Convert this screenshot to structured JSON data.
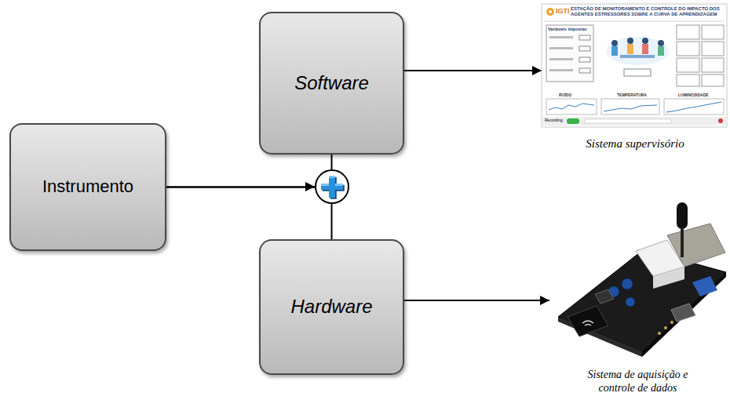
{
  "diagram": {
    "nodes": [
      {
        "text": [
          "Instrumento"
        ]
      },
      {
        "text": [
          "Software"
        ]
      },
      {
        "text": [
          "Hardware"
        ]
      },
      {
        "text": [
          "Sistema supervisório"
        ]
      },
      {
        "text": [
          "Sistema de aquisição e controle de dados"
        ]
      }
    ],
    "edges": [
      {
        "from": 0,
        "to": 1,
        "arrow": "none"
      },
      {
        "from": 0,
        "to": 2,
        "arrow": "none"
      },
      {
        "from": 1,
        "to": 3,
        "arrow": "to"
      },
      {
        "from": 2,
        "to": 4,
        "arrow": "to"
      }
    ],
    "labels": [
      "IGTI",
      "ESTAÇÃO DE MONITORAMENTO E CONTROLE DO IMPACTO DOS AGENTES ESTRESSORES SOBRE A CURVA DE APRENDIZAGEM",
      "Variáveis impostas",
      "RUÍDO",
      "TEMPERATURA",
      "LUMINOSIDADE",
      "Recording"
    ]
  }
}
